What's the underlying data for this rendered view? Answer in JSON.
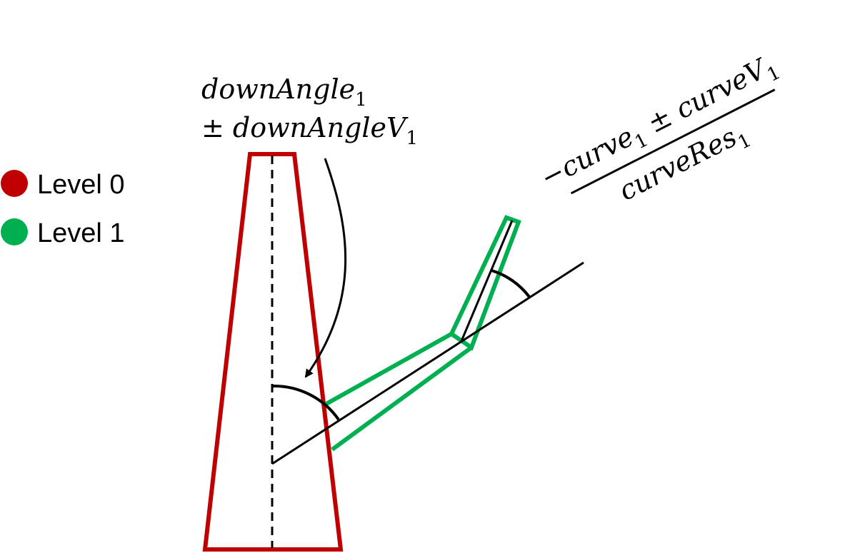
{
  "legend": {
    "items": [
      {
        "label": "Level 0",
        "color": "#c00000"
      },
      {
        "label": "Level 1",
        "color": "#00b050"
      }
    ]
  },
  "labels": {
    "down_angle": {
      "line1_main": "downAngle",
      "line1_sub": "1",
      "line2_op": "± ",
      "line2_main": "downAngleV",
      "line2_sub": "1"
    },
    "curve": {
      "numerator_minus": "−",
      "numerator_a": "curve",
      "numerator_a_sub": "1",
      "numerator_op": " ± ",
      "numerator_b": "curveV",
      "numerator_b_sub": "1",
      "denominator": "curveRes",
      "denominator_sub": "1"
    }
  },
  "colors": {
    "level0": "#c00000",
    "level1": "#00b050",
    "lines": "#000000"
  }
}
